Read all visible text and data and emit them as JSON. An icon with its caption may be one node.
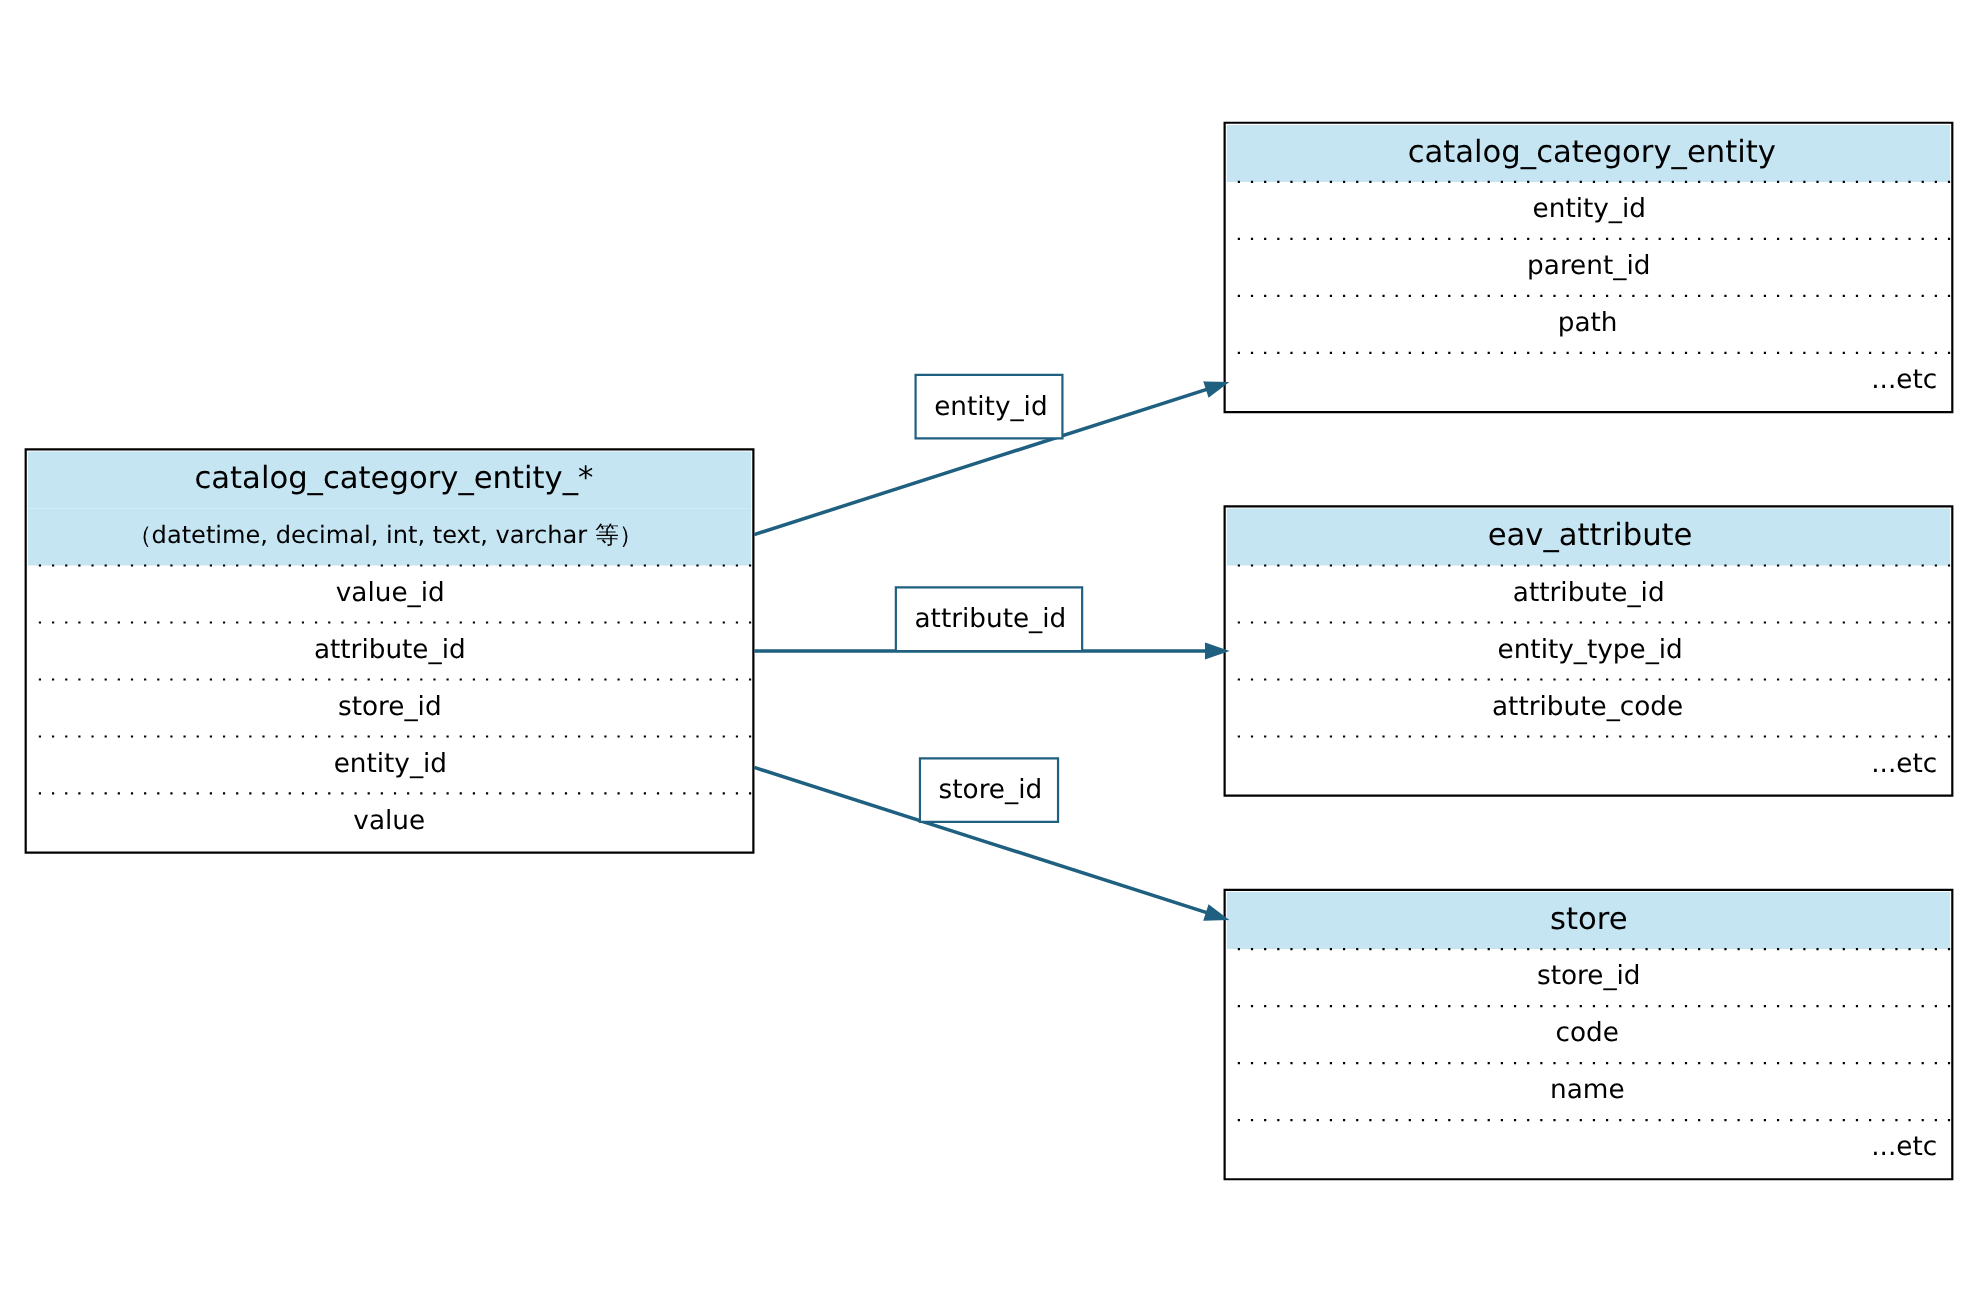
{
  "diagram": {
    "nodes": [
      {
        "text": [
          "catalog_category_entity_*",
          "（datetime, decimal, int, text, varchar 等）",
          "value_id",
          "attribute_id",
          "store_id",
          "entity_id",
          "value"
        ]
      },
      {
        "text": [
          "catalog_category_entity",
          "entity_id",
          "parent_id",
          "path",
          "...etc"
        ]
      },
      {
        "text": [
          "eav_attribute",
          "attribute_id",
          "entity_type_id",
          "attribute_code",
          "...etc"
        ]
      },
      {
        "text": [
          "store",
          "store_id",
          "code",
          "name",
          "...etc"
        ]
      }
    ],
    "edges": [
      {
        "from": 0,
        "to": 1,
        "arrow": "to",
        "label": "entity_id"
      },
      {
        "from": 0,
        "to": 2,
        "arrow": "to",
        "label": "attribute_id"
      },
      {
        "from": 0,
        "to": 3,
        "arrow": "to",
        "label": "store_id"
      }
    ]
  }
}
